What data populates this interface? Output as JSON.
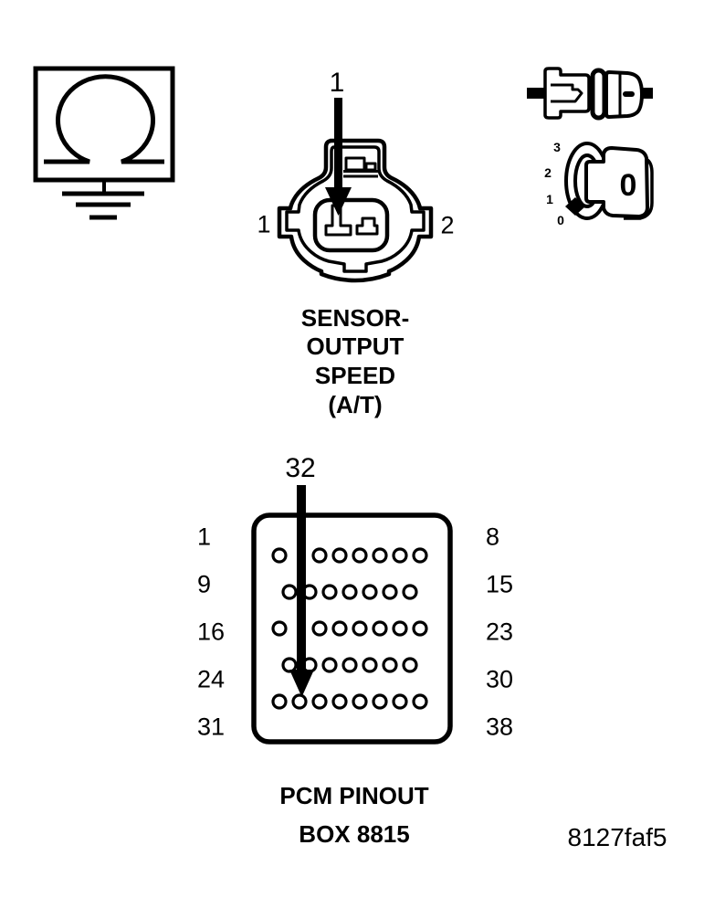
{
  "figure": {
    "code": "8127faf5",
    "ink": "#000000",
    "background": "#ffffff"
  },
  "ohmmeter": {
    "icon": "ohmmeter-with-ground-symbol"
  },
  "sensor_connector": {
    "probe_arrow_label": "1",
    "left_pin_label": "1",
    "right_pin_label": "2",
    "caption": [
      "SENSOR-",
      "OUTPUT",
      "SPEED",
      "(A/T)"
    ]
  },
  "status_icons": {
    "disconnect_icon": "connector-disconnected-icon",
    "ignition_key_icon": "ignition-key-position-icon",
    "key_positions": [
      "3",
      "2",
      "1",
      "0"
    ],
    "key_position_display": "0"
  },
  "pcm_pinout": {
    "probe_arrow_label": "32",
    "caption": [
      "PCM PINOUT",
      "BOX 8815"
    ],
    "rows": [
      {
        "left_label": "1",
        "right_label": "8",
        "pin_count": 8,
        "indent": false,
        "hidden_index": 1
      },
      {
        "left_label": "9",
        "right_label": "15",
        "pin_count": 7,
        "indent": true,
        "hidden_index": null
      },
      {
        "left_label": "16",
        "right_label": "23",
        "pin_count": 8,
        "indent": false,
        "hidden_index": 1
      },
      {
        "left_label": "24",
        "right_label": "30",
        "pin_count": 7,
        "indent": true,
        "hidden_index": null
      },
      {
        "left_label": "31",
        "right_label": "38",
        "pin_count": 8,
        "indent": false,
        "hidden_index": null
      }
    ]
  }
}
